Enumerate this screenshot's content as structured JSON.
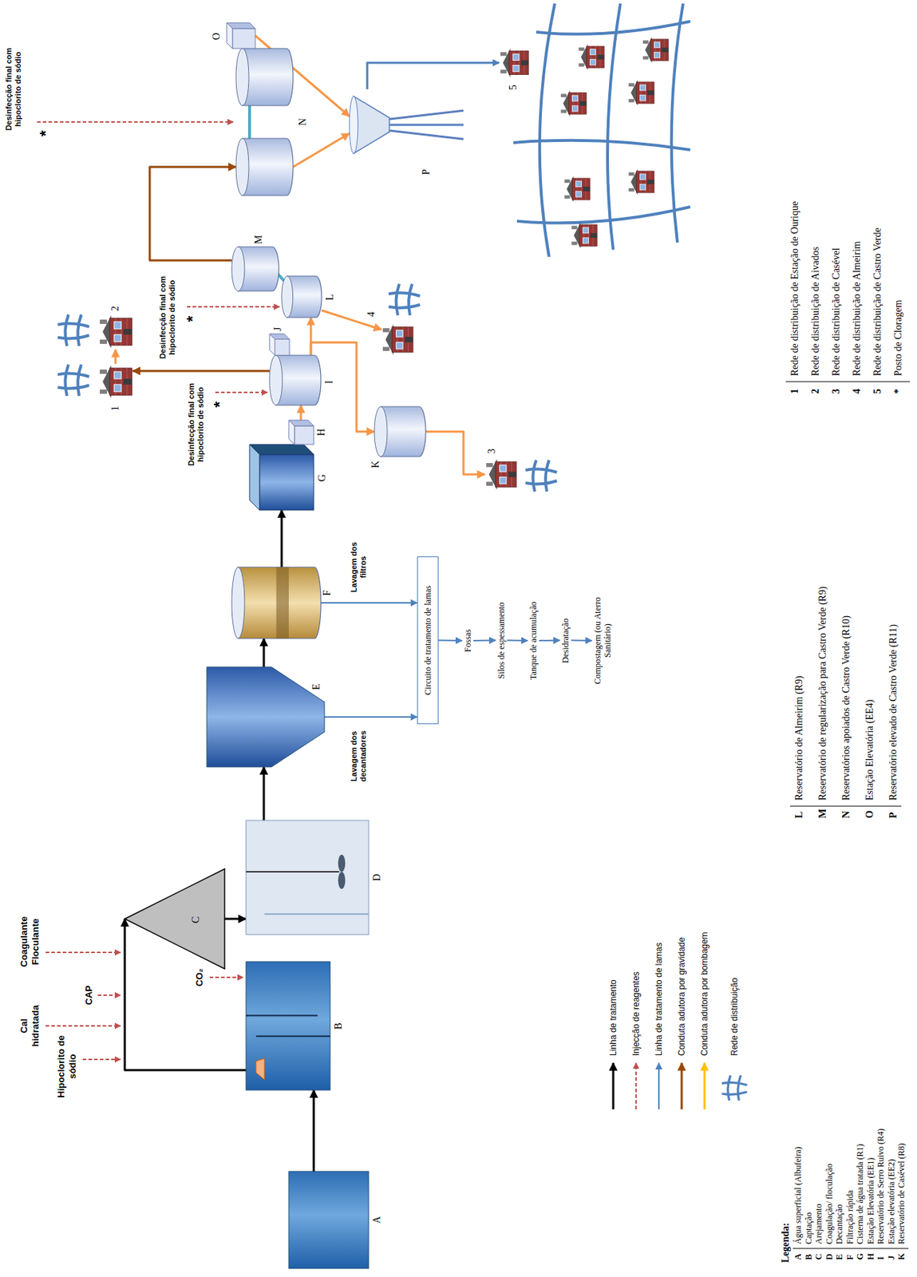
{
  "diagram": {
    "nodes": [
      {
        "text": [
          "A"
        ]
      },
      {
        "text": [
          "B"
        ]
      },
      {
        "text": [
          "C"
        ]
      },
      {
        "text": [
          "D"
        ]
      },
      {
        "text": [
          "E"
        ]
      },
      {
        "text": [
          "F"
        ]
      },
      {
        "text": [
          "G"
        ]
      },
      {
        "text": [
          "H"
        ]
      },
      {
        "text": [
          "I"
        ]
      },
      {
        "text": [
          "J"
        ]
      },
      {
        "text": [
          "K"
        ]
      },
      {
        "text": [
          "L"
        ]
      },
      {
        "text": [
          "M"
        ]
      },
      {
        "text": [
          "N"
        ]
      },
      {
        "text": [
          "O"
        ]
      },
      {
        "text": [
          "P"
        ]
      },
      {
        "text": [
          "1"
        ]
      },
      {
        "text": [
          "2"
        ]
      },
      {
        "text": [
          "3"
        ]
      },
      {
        "text": [
          "4"
        ]
      },
      {
        "text": [
          "5"
        ]
      },
      {
        "text": [
          "Circuito de tratamento de lamas"
        ]
      },
      {
        "text": [
          "Fossas"
        ]
      },
      {
        "text": [
          "Silos de espessamento"
        ]
      },
      {
        "text": [
          "Tanque de acumulação"
        ]
      },
      {
        "text": [
          "Desidratação"
        ]
      },
      {
        "text": [
          "Compostagem (ou Aterro Sanitário)"
        ]
      }
    ],
    "edges": [
      {
        "from": 0,
        "to": 1,
        "arrow": "to"
      },
      {
        "from": 1,
        "to": 2,
        "arrow": "to"
      },
      {
        "from": 2,
        "to": 3,
        "arrow": "to"
      },
      {
        "from": 3,
        "to": 4,
        "arrow": "to"
      },
      {
        "from": 4,
        "to": 5,
        "arrow": "to"
      },
      {
        "from": 5,
        "to": 6,
        "arrow": "to"
      },
      {
        "from": 7,
        "to": 8,
        "arrow": "to"
      },
      {
        "from": 8,
        "to": 16,
        "arrow": "to"
      },
      {
        "from": 16,
        "to": 17,
        "arrow": "to"
      },
      {
        "from": 8,
        "to": 11,
        "arrow": "to"
      },
      {
        "from": 8,
        "to": 10,
        "arrow": "to"
      },
      {
        "from": 10,
        "to": 18,
        "arrow": "to"
      },
      {
        "from": 11,
        "to": 19,
        "arrow": "to"
      },
      {
        "from": 12,
        "to": 13,
        "arrow": "to"
      },
      {
        "from": 13,
        "to": 15,
        "arrow": "to"
      },
      {
        "from": 14,
        "to": 15,
        "arrow": "to"
      },
      {
        "from": 15,
        "to": 20,
        "arrow": "to"
      },
      {
        "from": 4,
        "to": 21,
        "arrow": "to"
      },
      {
        "from": 5,
        "to": 21,
        "arrow": "to"
      },
      {
        "from": 21,
        "to": 22,
        "arrow": "to"
      },
      {
        "from": 22,
        "to": 23,
        "arrow": "to"
      },
      {
        "from": 23,
        "to": 24,
        "arrow": "to"
      },
      {
        "from": 24,
        "to": 25,
        "arrow": "to"
      },
      {
        "from": 25,
        "to": 26,
        "arrow": "to"
      }
    ],
    "labels": [
      "Hipoclorito de sódio",
      "Cal hidratada",
      "CAP",
      "Coagulante Floculante",
      "CO₂",
      "Lavagem dos decantadores",
      "Lavagem dos filtros",
      "Desinfecção final com hipoclorito de sódio",
      "*",
      "Desinfecção final com hipoclorito de sódio",
      "*",
      "Desinfecção final com hipoclorito de sódio",
      "*",
      "Legenda:",
      "A",
      "Água superficial (Albufeira)",
      "B",
      "Captação",
      "C",
      "Arejamento",
      "D",
      "Coagulação/ floculação",
      "E",
      "Decantação",
      "F",
      "Filtração rápida",
      "G",
      "Cisterna de água tratada (R1)",
      "H",
      "Estação Elevatória (EE1)",
      "I",
      "Reservatório de Serro Ruivo (R4)",
      "J",
      "Estação elevatória (EE2)",
      "K",
      "Reservatório de Casével (R8)",
      "L",
      "Reservatório de Almeirim (R9)",
      "M",
      "Reservatório de regularização para Castro Verde (R9)",
      "N",
      "Reservatórios apoiados de Castro Verde (R10)",
      "O",
      "Estação Elevatória (EE4)",
      "P",
      "Reservatório elevado de Castro Verde (R11)",
      "1",
      "Rede de distribuição de Estação de Ourique",
      "2",
      "Rede de distribuição de Aivados",
      "3",
      "Rede de distribuição de Casével",
      "4",
      "Rede de distribuição de Almeirim",
      "5",
      "Rede de distribuição de Castro Verde",
      "*",
      "Posto de Cloragem"
    ],
    "legend": [
      {
        "text": "Linha de tratamento"
      },
      {
        "text": "Injecção de reagentes"
      },
      {
        "text": "Linha de tratamento de lamas"
      },
      {
        "text": "Conduta adutora por gravidade"
      },
      {
        "text": "Conduta adutora por bombagem"
      },
      {
        "text": "Rede de distribuição"
      }
    ]
  }
}
